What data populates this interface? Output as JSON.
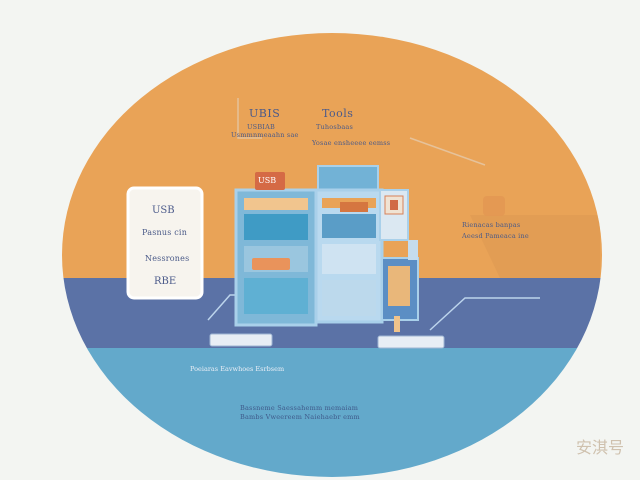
{
  "colors": {
    "background": "#f3f5f2",
    "orange_band": "#e9a357",
    "navy_band": "#5b72a6",
    "blue_band": "#63a9cb",
    "cabinet_frame": "#9fc9e5",
    "accent_orange": "#e0804a"
  },
  "labels": {
    "top_left_title": "UBIS",
    "top_left_line1": "USBIAB",
    "top_left_line2": "Usmmnmeaahn sae",
    "top_right_title": "Tools",
    "top_right_line1": "Tuhosbaas",
    "top_right_line2": "Yosae ensheeee eemss",
    "card_title": "USB",
    "card_line1": "Pasnus cin",
    "card_line2": "Nessrones",
    "card_line3": "RBE",
    "right_line1": "Rienacas banpas",
    "right_line2": "Aeesd Pameaca ine",
    "tag_label": "USB",
    "bottom_line1": "Poeiaras Eavwhoes Esrbsem",
    "bottom_line2": "Bassneme Saessahemm memaiam",
    "bottom_line3": "Bambs Vweereem Naiehaebr emm"
  },
  "watermark": "安淇号",
  "icons": [
    "usb-tag-icon",
    "hard-drive-icon",
    "plug-icon"
  ]
}
